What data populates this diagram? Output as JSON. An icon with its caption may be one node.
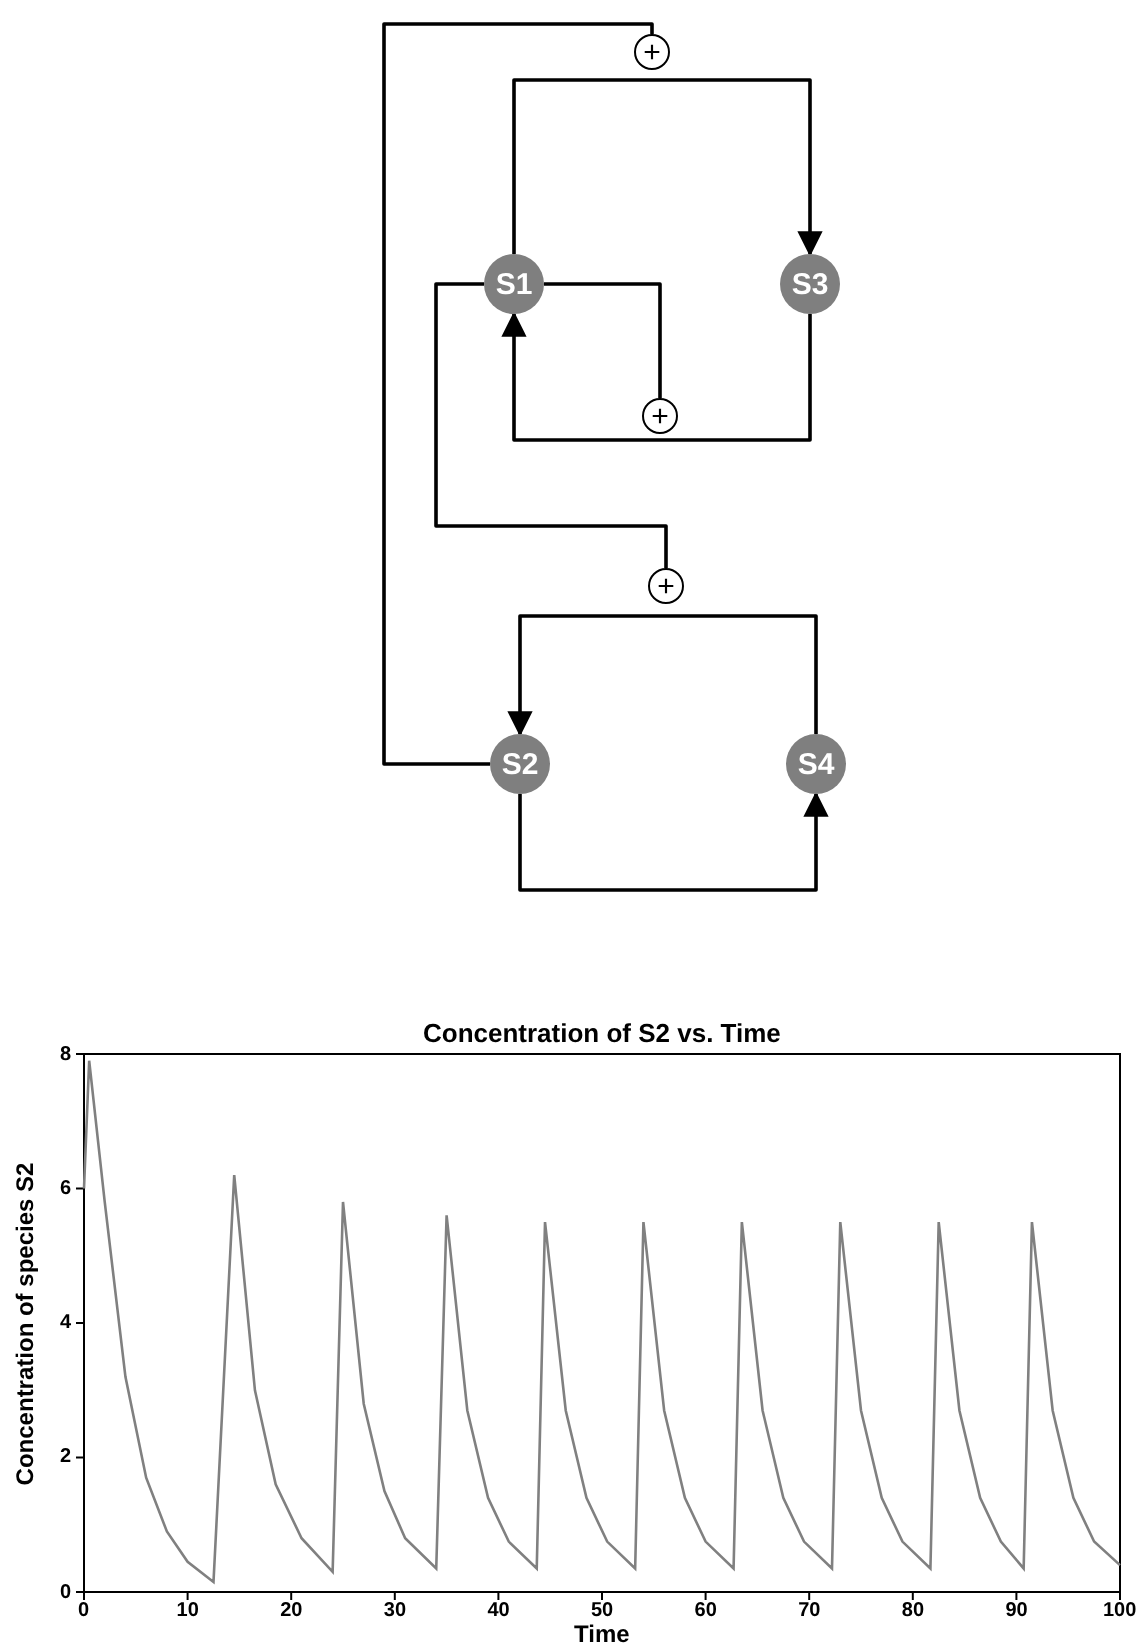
{
  "diagram": {
    "nodes": [
      {
        "text": [
          "+"
        ]
      },
      {
        "text": [
          "S1"
        ]
      },
      {
        "text": [
          "S3"
        ]
      },
      {
        "text": [
          "+"
        ]
      },
      {
        "text": [
          "+"
        ]
      },
      {
        "text": [
          "S2"
        ]
      },
      {
        "text": [
          "S4"
        ]
      }
    ],
    "edges": [
      {
        "from": 1,
        "to": 2,
        "arrow": "to"
      },
      {
        "from": 2,
        "to": 1,
        "arrow": "to"
      },
      {
        "from": 1,
        "to": 3,
        "arrow": "none"
      },
      {
        "from": 5,
        "to": 0,
        "arrow": "none"
      },
      {
        "from": 1,
        "to": 4,
        "arrow": "none"
      },
      {
        "from": 6,
        "to": 5,
        "arrow": "to"
      },
      {
        "from": 5,
        "to": 6,
        "arrow": "to"
      }
    ],
    "chart_data": {
      "type": "line",
      "title": "Concentration of S2 vs. Time",
      "xlabel": "Time",
      "ylabel": "Concentration of species S2",
      "x": [
        0,
        0.5,
        2,
        4,
        6,
        8,
        10,
        12.5,
        14.5,
        16.5,
        18.5,
        21,
        24,
        25,
        27,
        29,
        31,
        34,
        35,
        37,
        39,
        41,
        43.7,
        44.5,
        46.5,
        48.5,
        50.5,
        53.2,
        54,
        56,
        58,
        60,
        62.7,
        63.5,
        65.5,
        67.5,
        69.5,
        72.2,
        73,
        75,
        77,
        79,
        81.7,
        82.5,
        84.5,
        86.5,
        88.5,
        90.7,
        91.5,
        93.5,
        95.5,
        97.5,
        100
      ],
      "series": [
        {
          "color": "#808080",
          "values": [
            6,
            7.9,
            5.8,
            3.2,
            1.7,
            0.9,
            0.45,
            0.15,
            6.2,
            3,
            1.6,
            0.8,
            0.3,
            5.8,
            2.8,
            1.5,
            0.8,
            0.35,
            5.6,
            2.7,
            1.4,
            0.75,
            0.35,
            5.5,
            2.7,
            1.4,
            0.75,
            0.35,
            5.5,
            2.7,
            1.4,
            0.75,
            0.35,
            5.5,
            2.7,
            1.4,
            0.75,
            0.35,
            5.5,
            2.7,
            1.4,
            0.75,
            0.35,
            5.5,
            2.7,
            1.4,
            0.75,
            0.35,
            5.5,
            2.7,
            1.4,
            0.75,
            0.4
          ]
        }
      ],
      "xlim": [
        0,
        100
      ],
      "ylim": [
        0,
        8
      ],
      "xticks": [
        0,
        10,
        20,
        30,
        40,
        50,
        60,
        70,
        80,
        90,
        100
      ],
      "yticks": [
        0,
        2,
        4,
        6,
        8
      ]
    }
  }
}
